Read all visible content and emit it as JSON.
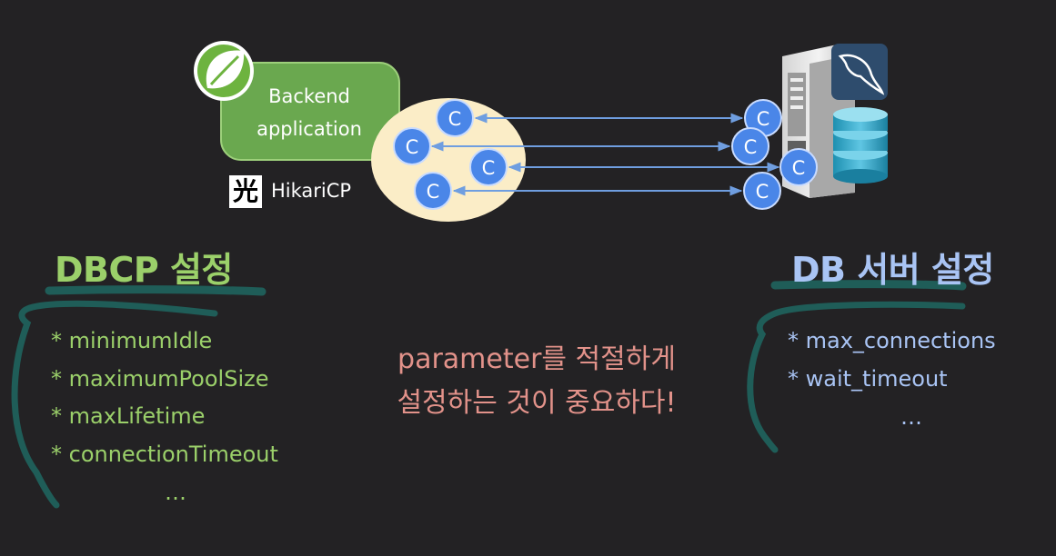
{
  "diagram": {
    "app_box": {
      "line1": "Backend",
      "line2": "application"
    },
    "pool_label": "HikariCP",
    "pool_logo_glyph": "光",
    "connection_glyph": "C",
    "dbcp": {
      "title": "DBCP 설정",
      "items": [
        "* minimumIdle",
        "* maximumPoolSize",
        "* maxLifetime",
        "* connectionTimeout"
      ],
      "ellipsis": "…"
    },
    "db_server": {
      "title": "DB 서버 설정",
      "items": [
        "* max_connections",
        "* wait_timeout"
      ],
      "ellipsis": "…"
    },
    "message": {
      "line1": "parameter를 적절하게",
      "line2": "설정하는 것이 중요하다!"
    }
  },
  "colors": {
    "background": "#232224",
    "dbcp_green": "#9bd06a",
    "db_blue": "#a9c4f4",
    "message_salmon": "#e2928a",
    "teal_stroke": "#1f5d58",
    "connection_blue": "#4a86e8",
    "pool_fill": "#fbedc7",
    "spring_green": "#6db33f",
    "app_box_fill": "#6aa84f"
  },
  "icons": [
    "spring-leaf-icon",
    "hikaricp-logo-icon",
    "server-tower-icon",
    "mysql-dolphin-icon",
    "database-cylinder-icon",
    "connection-node-icon"
  ]
}
